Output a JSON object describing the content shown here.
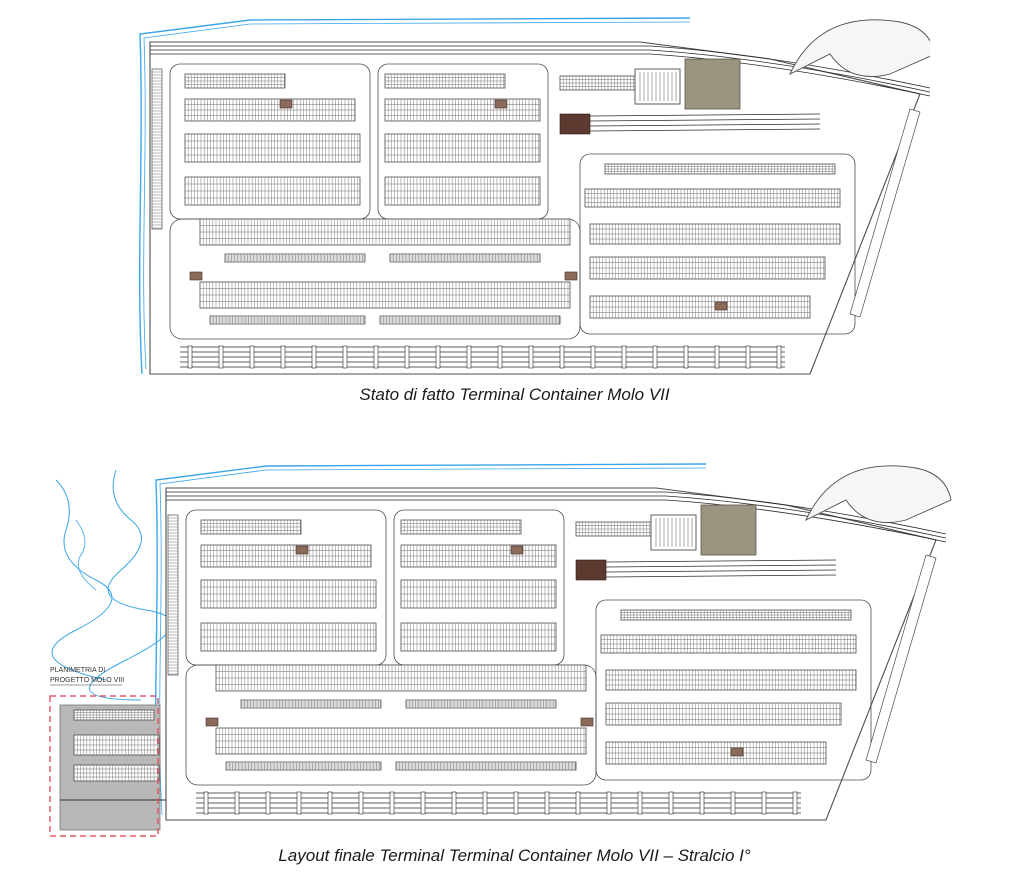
{
  "captions": {
    "top": "Stato di fatto Terminal Container Molo VII",
    "bottom": "Layout finale Terminal Terminal Container Molo VII – Stralcio I°"
  },
  "annotation": {
    "line1": "PLANIMETRIA DI",
    "line2": "PROGETTO MOLO VIII"
  },
  "colors": {
    "line": "#4d4d4d",
    "hatch": "#6e6e6e",
    "water": "#3aa6e8",
    "building": "#9a9480",
    "marker": "#8c6a5a",
    "expansion_fill": "#b8b8b8",
    "expansion_border": "#e05a6a",
    "tracks": "#2a2a2a"
  }
}
